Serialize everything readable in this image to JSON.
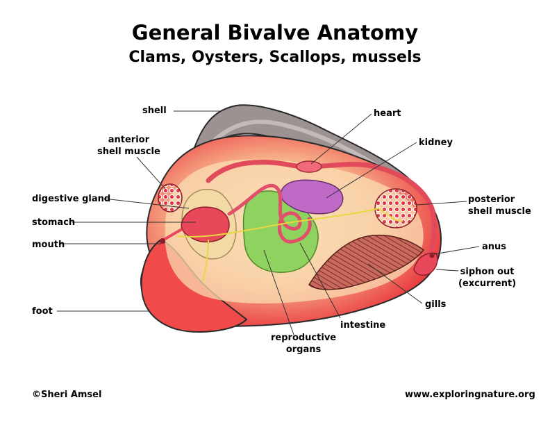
{
  "title": "General Bivalve Anatomy",
  "subtitle": "Clams, Oysters, Scallops, mussels",
  "labels": {
    "shell": "shell",
    "anterior_shell_muscle_1": "anterior",
    "anterior_shell_muscle_2": "shell muscle",
    "digestive_gland": "digestive gland",
    "stomach": "stomach",
    "mouth": "mouth",
    "foot": "foot",
    "heart": "heart",
    "kidney": "kidney",
    "posterior_shell_muscle_1": "posterior",
    "posterior_shell_muscle_2": "shell muscle",
    "anus": "anus",
    "siphon_out_1": "siphon out",
    "siphon_out_2": "(excurrent)",
    "gills": "gills",
    "intestine": "intestine",
    "reproductive_organs_1": "reproductive",
    "reproductive_organs_2": "organs"
  },
  "footer": {
    "copyright": "©Sheri Amsel",
    "website": "www.exploringnature.org"
  },
  "colors": {
    "body": "#f26060",
    "inner": "#f8d8a8",
    "shell": "#8a7e7e",
    "digestive_gland": "#f2d9a6",
    "reproductive": "#8fd25f",
    "kidney": "#c06ac8",
    "gills": "#c0504a",
    "muscle": "#c8283a",
    "nerve": "#e6d840"
  }
}
